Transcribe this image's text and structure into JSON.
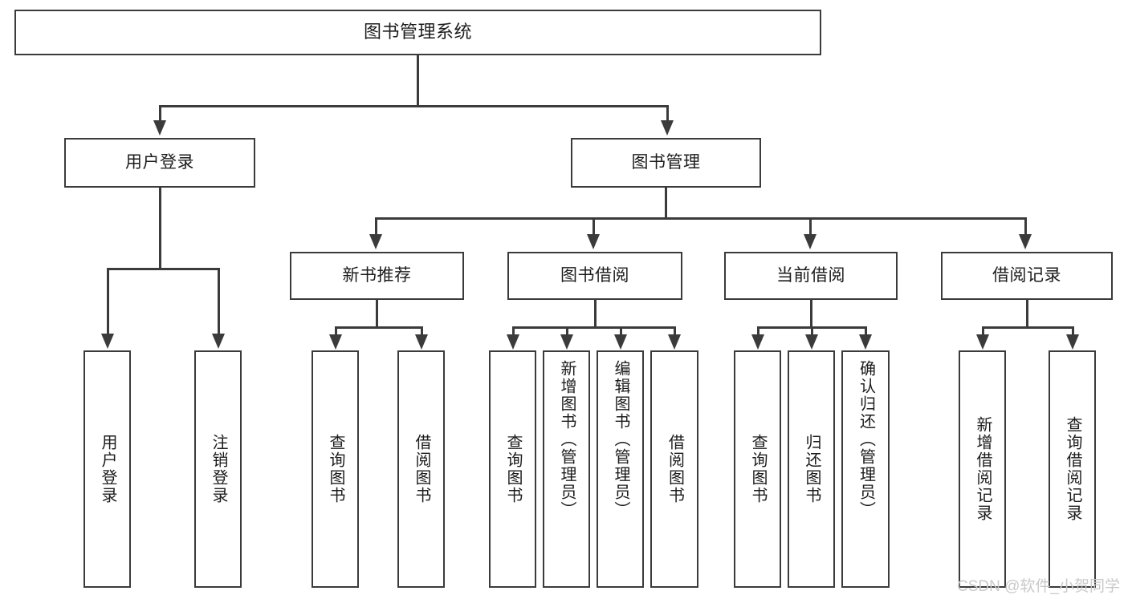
{
  "diagram": {
    "type": "tree-hierarchy-flowchart",
    "title": "图书管理系统",
    "root": {
      "label": "图书管理系统"
    },
    "level2": [
      {
        "id": "user-login",
        "label": "用户登录"
      },
      {
        "id": "book-management",
        "label": "图书管理"
      }
    ],
    "level3": [
      {
        "id": "new-book-recommend",
        "label": "新书推荐",
        "parent": "book-management"
      },
      {
        "id": "book-borrow",
        "label": "图书借阅",
        "parent": "book-management"
      },
      {
        "id": "current-borrow",
        "label": "当前借阅",
        "parent": "book-management"
      },
      {
        "id": "borrow-record",
        "label": "借阅记录",
        "parent": "book-management"
      }
    ],
    "leaves": {
      "user-login": [
        {
          "id": "leaf-user-login",
          "label": "用户登录"
        },
        {
          "id": "leaf-logout",
          "label": "注销登录"
        }
      ],
      "new-book-recommend": [
        {
          "id": "leaf-query-book-1",
          "label": "查询图书"
        },
        {
          "id": "leaf-borrow-book-1",
          "label": "借阅图书"
        }
      ],
      "book-borrow": [
        {
          "id": "leaf-query-book-2",
          "label": "查询图书"
        },
        {
          "id": "leaf-add-book",
          "label": "新增图书（管理员）"
        },
        {
          "id": "leaf-edit-book",
          "label": "编辑图书（管理员）"
        },
        {
          "id": "leaf-borrow-book-2",
          "label": "借阅图书"
        }
      ],
      "current-borrow": [
        {
          "id": "leaf-query-book-3",
          "label": "查询图书"
        },
        {
          "id": "leaf-return-book",
          "label": "归还图书"
        },
        {
          "id": "leaf-confirm-return",
          "label": "确认归还（管理员）"
        }
      ],
      "borrow-record": [
        {
          "id": "leaf-add-record",
          "label": "新增借阅记录"
        },
        {
          "id": "leaf-query-record",
          "label": "查询借阅记录"
        }
      ]
    },
    "colors": {
      "stroke": "#3b3b3b",
      "fill": "#ffffff",
      "text": "#1c1c1c",
      "watermark": "#c9c9c9"
    }
  },
  "watermark": {
    "text": "CSDN @软件_小贺同学"
  }
}
